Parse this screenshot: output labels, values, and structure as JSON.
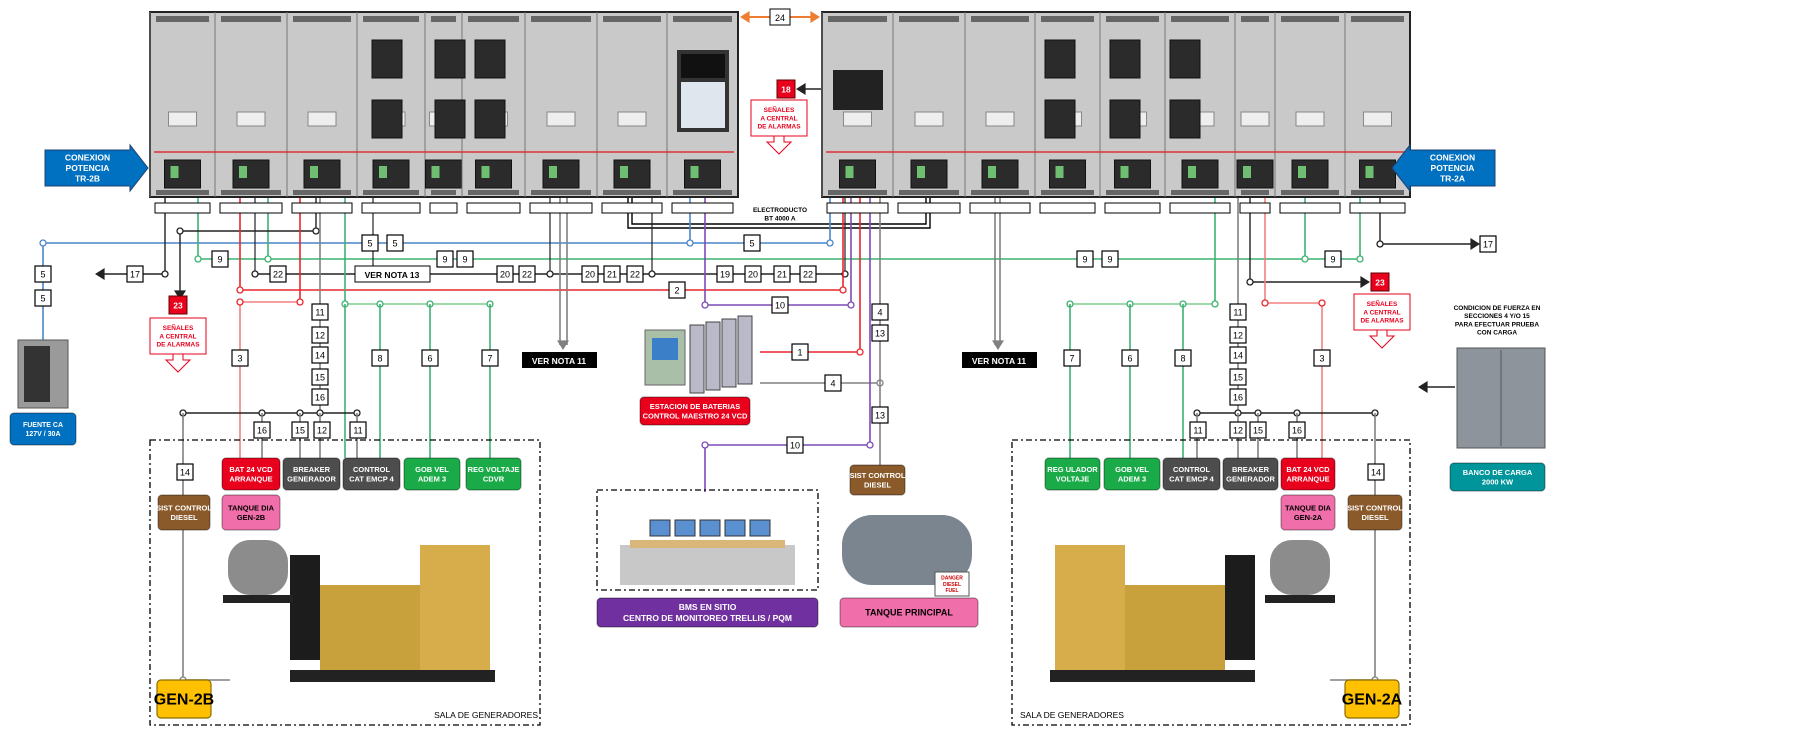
{
  "colors": {
    "red": "#e8001c",
    "green": "#1aab48",
    "gray": "#4d4d4d",
    "brown": "#8b5a2b",
    "pink": "#f06ea9",
    "yellow": "#ffc000",
    "purple": "#7030a0",
    "teal": "#00959a",
    "blue": "#0070c0",
    "orange": "#ed7d31",
    "wire_blue": "#4a86c8",
    "wire_green": "#3cb371",
    "wire_red": "#e8262d",
    "wire_purple": "#7e4bb5",
    "wire_gray": "#808080"
  },
  "power": {
    "tr2b": [
      "CONEXION",
      "POTENCIA",
      "TR-2B"
    ],
    "tr2a": [
      "CONEXION",
      "POTENCIA",
      "TR-2A"
    ],
    "busway": [
      "ELECTRODUCTO",
      "BT 4000 A"
    ],
    "tie_label": "24"
  },
  "alarms": {
    "center_code": "18",
    "left_code": "23",
    "right_code": "23",
    "text": [
      "SEÑALES",
      "A CENTRAL",
      "DE ALARMAS"
    ]
  },
  "notes": {
    "nota13": "VER NOTA 13",
    "nota11_left": "VER NOTA 11",
    "nota11_right": "VER NOTA 11"
  },
  "wire_labels": [
    "5",
    "5",
    "5",
    "5",
    "5",
    "9",
    "9",
    "9",
    "9",
    "9",
    "9",
    "22",
    "20",
    "22",
    "20",
    "21",
    "22",
    "19",
    "20",
    "21",
    "22",
    "17",
    "2",
    "10",
    "17",
    "3",
    "11",
    "12",
    "14",
    "15",
    "16",
    "8",
    "6",
    "7",
    "16",
    "15",
    "12",
    "11",
    "14",
    "1",
    "4",
    "4",
    "13",
    "13",
    "10",
    "7",
    "6",
    "8",
    "3",
    "11",
    "12",
    "14",
    "15",
    "16",
    "11",
    "12",
    "15",
    "16",
    "14"
  ],
  "fuente_ca": [
    "FUENTE CA",
    "127V / 30A"
  ],
  "gen2b": {
    "name": "GEN-2B",
    "room": "SALA DE GENERADORES",
    "components": [
      {
        "lines": [
          "BAT 24 VCD",
          "ARRANQUE"
        ],
        "color": "#e8001c"
      },
      {
        "lines": [
          "BREAKER",
          "GENERADOR"
        ],
        "color": "#4d4d4d"
      },
      {
        "lines": [
          "CONTROL",
          "CAT EMCP 4"
        ],
        "color": "#4d4d4d"
      },
      {
        "lines": [
          "GOB VEL",
          "ADEM 3"
        ],
        "color": "#1aab48"
      },
      {
        "lines": [
          "REG VOLTAJE",
          "CDVR"
        ],
        "color": "#1aab48"
      },
      {
        "lines": [
          "SIST CONTROL",
          "DIESEL"
        ],
        "color": "#8b5a2b"
      },
      {
        "lines": [
          "TANQUE DIA",
          "GEN-2B"
        ],
        "color": "#f06ea9"
      }
    ]
  },
  "gen2a": {
    "name": "GEN-2A",
    "room": "SALA DE GENERADORES",
    "components": [
      {
        "lines": [
          "REG ULADOR",
          "VOLTAJE"
        ],
        "color": "#1aab48"
      },
      {
        "lines": [
          "GOB VEL",
          "ADEM 3"
        ],
        "color": "#1aab48"
      },
      {
        "lines": [
          "CONTROL",
          "CAT EMCP 4"
        ],
        "color": "#4d4d4d"
      },
      {
        "lines": [
          "BREAKER",
          "GENERADOR"
        ],
        "color": "#4d4d4d"
      },
      {
        "lines": [
          "BAT 24 VCD",
          "ARRANQUE"
        ],
        "color": "#e8001c"
      },
      {
        "lines": [
          "TANQUE DIA",
          "GEN-2A"
        ],
        "color": "#f06ea9"
      },
      {
        "lines": [
          "SIST CONTROL",
          "DIESEL"
        ],
        "color": "#8b5a2b"
      }
    ]
  },
  "center": {
    "batteries": [
      "ESTACION DE BATERIAS",
      "CONTROL MAESTRO 24 VCD"
    ],
    "diesel_control": [
      "SIST CONTROL",
      "DIESEL"
    ],
    "bms": [
      "BMS EN SITIO",
      "CENTRO DE MONITOREO TRELLIS / PQM"
    ],
    "main_tank": "TANQUE PRINCIPAL",
    "tank_sign": [
      "DANGER",
      "DIESEL",
      "FUEL"
    ]
  },
  "load_bank": {
    "note": [
      "CONDICION DE FUERZA EN",
      "SECCIONES 4 Y/O 15",
      "PARA EFECTUAR PRUEBA",
      "CON CARGA"
    ],
    "label": [
      "BANCO DE CARGA",
      "2000 KW"
    ]
  },
  "icons": [
    "switchgear-icon",
    "generator-icon",
    "day-tank-icon",
    "battery-rack-icon",
    "control-desk-icon",
    "main-tank-icon",
    "load-bank-icon",
    "panelboard-icon"
  ]
}
